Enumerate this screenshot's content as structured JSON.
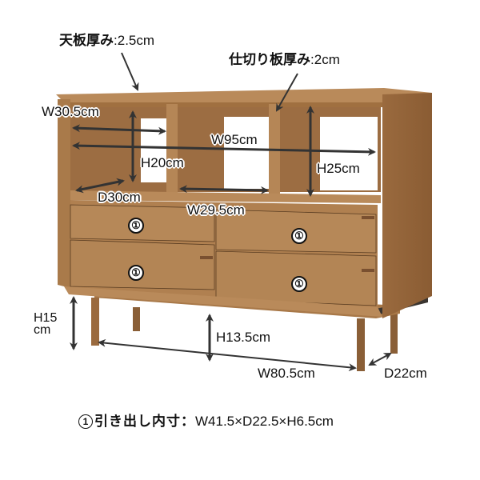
{
  "labels": {
    "top_board": {
      "name": "天板厚み",
      "sep": ":",
      "value": "2.5cm"
    },
    "partition": {
      "name": "仕切り板厚み",
      "sep": ":",
      "value": "2cm"
    },
    "w_left_shelf": "W30.5cm",
    "w_total": "W95cm",
    "h_left_shelf": "H20cm",
    "h_right_shelf": "H25cm",
    "d_shelf": "D30cm",
    "w_middle_shelf": "W29.5cm",
    "h_floor_line1": "H15",
    "h_floor_line2": "cm",
    "h_under": "H13.5cm",
    "w_legs": "W80.5cm",
    "d_legs": "D22cm"
  },
  "drawers": [
    {
      "mark": "①",
      "position": "top-left"
    },
    {
      "mark": "①",
      "position": "top-right"
    },
    {
      "mark": "①",
      "position": "bottom-left"
    },
    {
      "mark": "①",
      "position": "bottom-right"
    }
  ],
  "footer": {
    "mark": "1",
    "title": "引き出し内寸",
    "sep": "：",
    "spec": "W41.5×D22.5×H6.5cm"
  },
  "colors": {
    "wood_light": "#b98a5a",
    "wood_mid": "#a97a4a",
    "wood_dark": "#8a5f37",
    "interior": "#9c6d42",
    "base_strip": "#3a3530",
    "arrow": "#333333"
  }
}
